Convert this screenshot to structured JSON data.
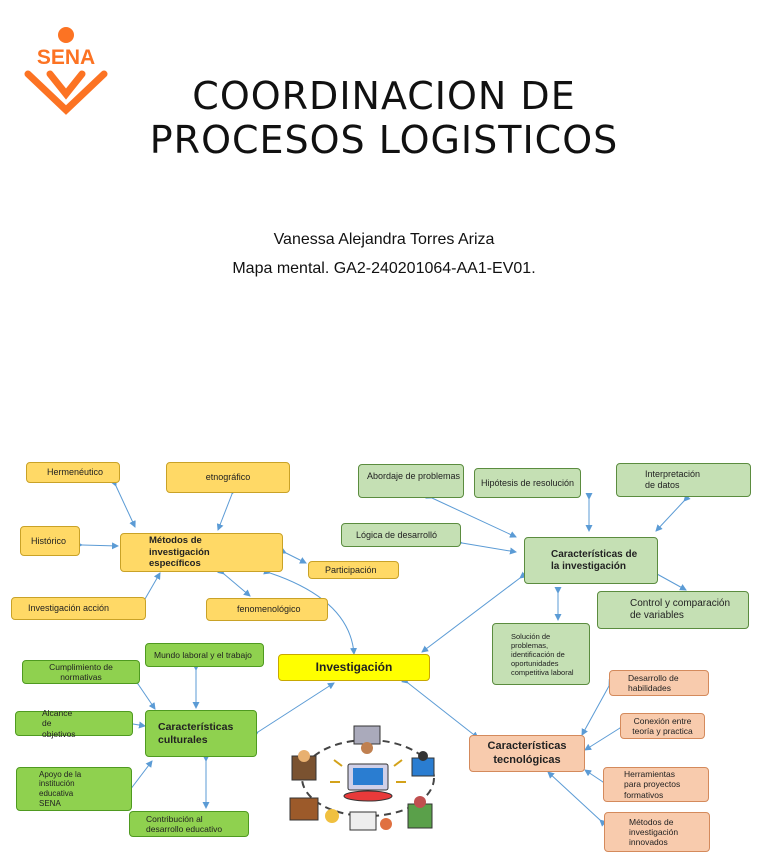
{
  "header": {
    "title_line1": "COORDINACION DE",
    "title_line2": "PROCESOS LOGISTICOS",
    "author": "Vanessa Alejandra Torres Ariza",
    "assignment": "Mapa mental. GA2-240201064-AA1-EV01.",
    "logo_text": "SENA"
  },
  "colors": {
    "sena_orange": "#fc7323",
    "methods": "#ffd966",
    "cultural": "#8fd14f",
    "research": "#c5e0b4",
    "tech": "#f8cbad",
    "center": "#ffff00",
    "arrows": "#5b9bd5"
  },
  "map": {
    "center": "Investigación",
    "metodos": {
      "title": "Métodos de investigación específicos",
      "items": [
        "Hermenéutico",
        "etnográfico",
        "Histórico",
        "Participación",
        "Investigación acción",
        "fenomenológico"
      ]
    },
    "investigacion": {
      "title": "Características de la investigación",
      "items": [
        "Abordaje de problemas",
        "Hipótesis de resolución",
        "Interpretación de datos",
        "Lógica de desarrolló",
        "Control y comparación de variables",
        "Solución de problemas, identificación de oportunidades competitiva laboral"
      ]
    },
    "culturales": {
      "title": "Características culturales",
      "items": [
        "Mundo laboral y el trabajo",
        "Cumplimiento de normativas",
        "Alcance de objetivos",
        "Apoyo de la institución educativa SENA",
        "Contribución al desarrollo educativo"
      ]
    },
    "tecnologicas": {
      "title": "Características tecnológicas",
      "items": [
        "Desarrollo de habilidades",
        "Conexión entre teoría y practica",
        "Herramientas para proyectos formativos",
        "Métodos de investigación innovados"
      ]
    }
  }
}
